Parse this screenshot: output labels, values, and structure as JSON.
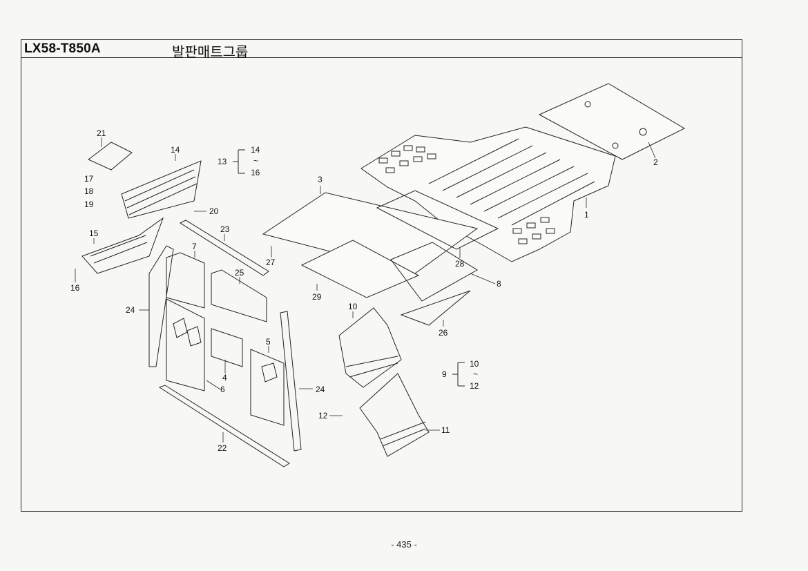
{
  "header": {
    "model_code": "LX58-T850A",
    "group_title": "발판매트그룹"
  },
  "callouts": [
    {
      "id": "c1",
      "label": "1"
    },
    {
      "id": "c2",
      "label": "2"
    },
    {
      "id": "c3",
      "label": "3"
    },
    {
      "id": "c4",
      "label": "4"
    },
    {
      "id": "c5",
      "label": "5"
    },
    {
      "id": "c6",
      "label": "6"
    },
    {
      "id": "c7",
      "label": "7"
    },
    {
      "id": "c8",
      "label": "8"
    },
    {
      "id": "c10",
      "label": "10"
    },
    {
      "id": "c11",
      "label": "11"
    },
    {
      "id": "c12",
      "label": "12"
    },
    {
      "id": "c14",
      "label": "14"
    },
    {
      "id": "c15",
      "label": "15"
    },
    {
      "id": "c16",
      "label": "16"
    },
    {
      "id": "c17",
      "label": "17"
    },
    {
      "id": "c18",
      "label": "18"
    },
    {
      "id": "c19",
      "label": "19"
    },
    {
      "id": "c20",
      "label": "20"
    },
    {
      "id": "c21",
      "label": "21"
    },
    {
      "id": "c22",
      "label": "22"
    },
    {
      "id": "c23",
      "label": "23"
    },
    {
      "id": "c24a",
      "label": "24"
    },
    {
      "id": "c24b",
      "label": "24"
    },
    {
      "id": "c25",
      "label": "25"
    },
    {
      "id": "c26",
      "label": "26"
    },
    {
      "id": "c27",
      "label": "27"
    },
    {
      "id": "c28",
      "label": "28"
    },
    {
      "id": "c29",
      "label": "29"
    }
  ],
  "assemblies": [
    {
      "id": "a13",
      "label": "13",
      "from": "14",
      "range_mark": "~",
      "to": "16"
    },
    {
      "id": "a9",
      "label": "9",
      "from": "10",
      "range_mark": "~",
      "to": "12"
    }
  ],
  "footer": {
    "page_number": "- 435 -"
  }
}
